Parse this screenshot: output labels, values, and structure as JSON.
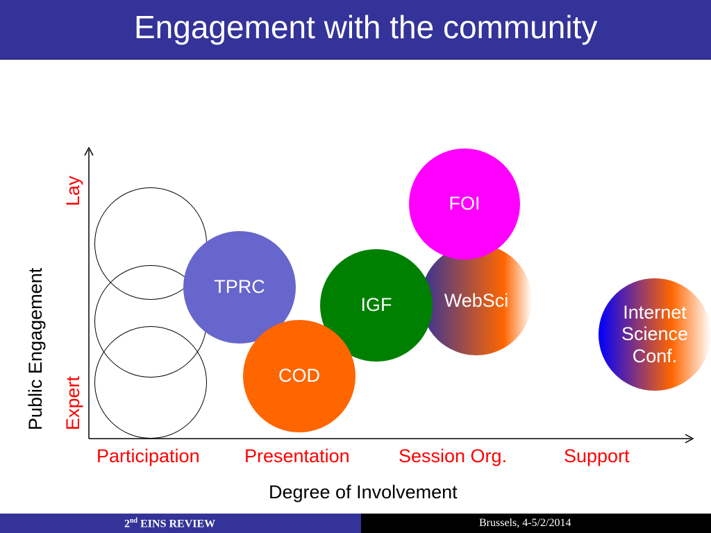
{
  "title": "Engagement with the community",
  "axes": {
    "y_title": "Public Engagement",
    "y_top": "Lay",
    "y_bottom": "Expert",
    "x_title": "Degree of Involvement",
    "x_categories": [
      "Participation",
      "Presentation",
      "Session Org.",
      "Support"
    ]
  },
  "bubbles": {
    "tprc": "TPRC",
    "cod": "COD",
    "igf": "IGF",
    "websci": "WebSci",
    "foi": "FOI",
    "isc_line1": "Internet",
    "isc_line2": "Science",
    "isc_line3": "Conf."
  },
  "footer": {
    "review_ordinal": "2",
    "review_sup": "nd",
    "review_text": " EINS REVIEW",
    "location": "Brussels, 4-5/2/2014"
  },
  "colors": {
    "title_bg": "#333399",
    "tprc": "#6666cc",
    "cod": "#ff6600",
    "igf": "#008000",
    "foi": "#ff00ff",
    "accent_red": "#ff0000"
  }
}
